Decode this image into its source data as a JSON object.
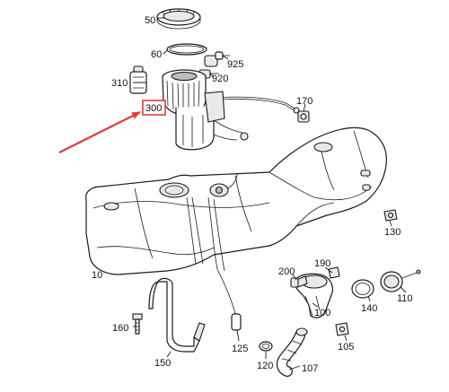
{
  "colors": {
    "highlight": "#e53a35",
    "line": "#1a1a1a",
    "text": "#111111"
  },
  "diagram": {
    "highlighted_part": "300",
    "callouts": {
      "p50": "50",
      "p60": "60",
      "p925": "925",
      "p920": "920",
      "p310": "310",
      "p300": "300",
      "p170": "170",
      "p130": "130",
      "p10": "10",
      "p200": "200",
      "p190": "190",
      "p100": "100",
      "p140": "140",
      "p110": "110",
      "p160": "160",
      "p150": "150",
      "p125": "125",
      "p120": "120",
      "p105": "105",
      "p107": "107"
    }
  }
}
